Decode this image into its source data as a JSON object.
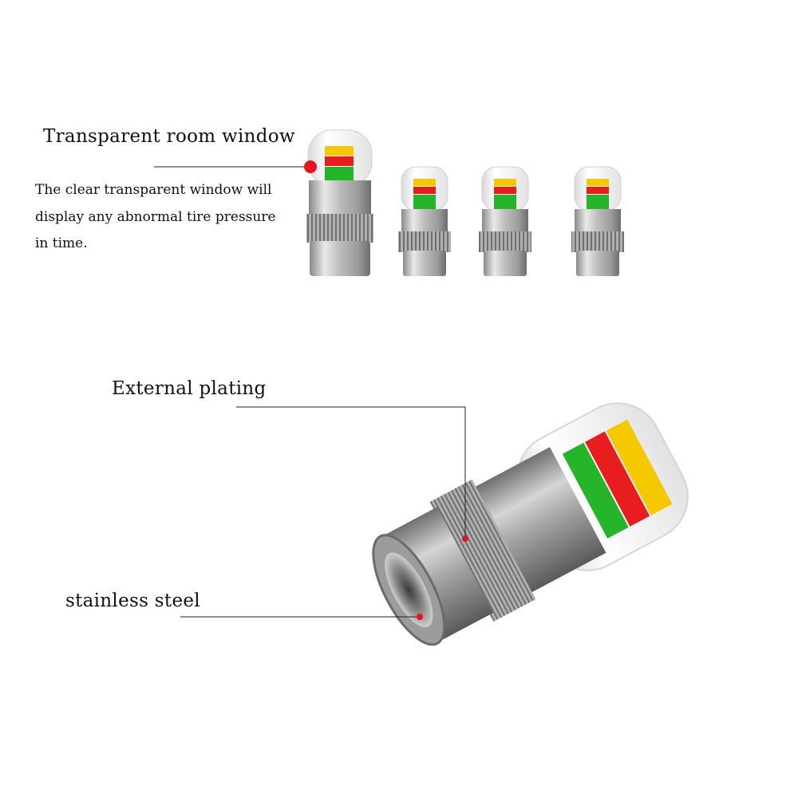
{
  "labels": {
    "window_title": "Transparent room window",
    "window_desc_lines": [
      "The clear transparent window will",
      "display any abnormal tire pressure",
      "in time."
    ],
    "plating_title": "External plating",
    "steel_title": "stainless steel"
  },
  "colors": {
    "callout_dot": "#e8141c",
    "indicator_yellow": "#f5c800",
    "indicator_red": "#e81e1e",
    "indicator_green": "#25b42a",
    "metal": "#a8a8a8"
  },
  "product_count_small": 4
}
